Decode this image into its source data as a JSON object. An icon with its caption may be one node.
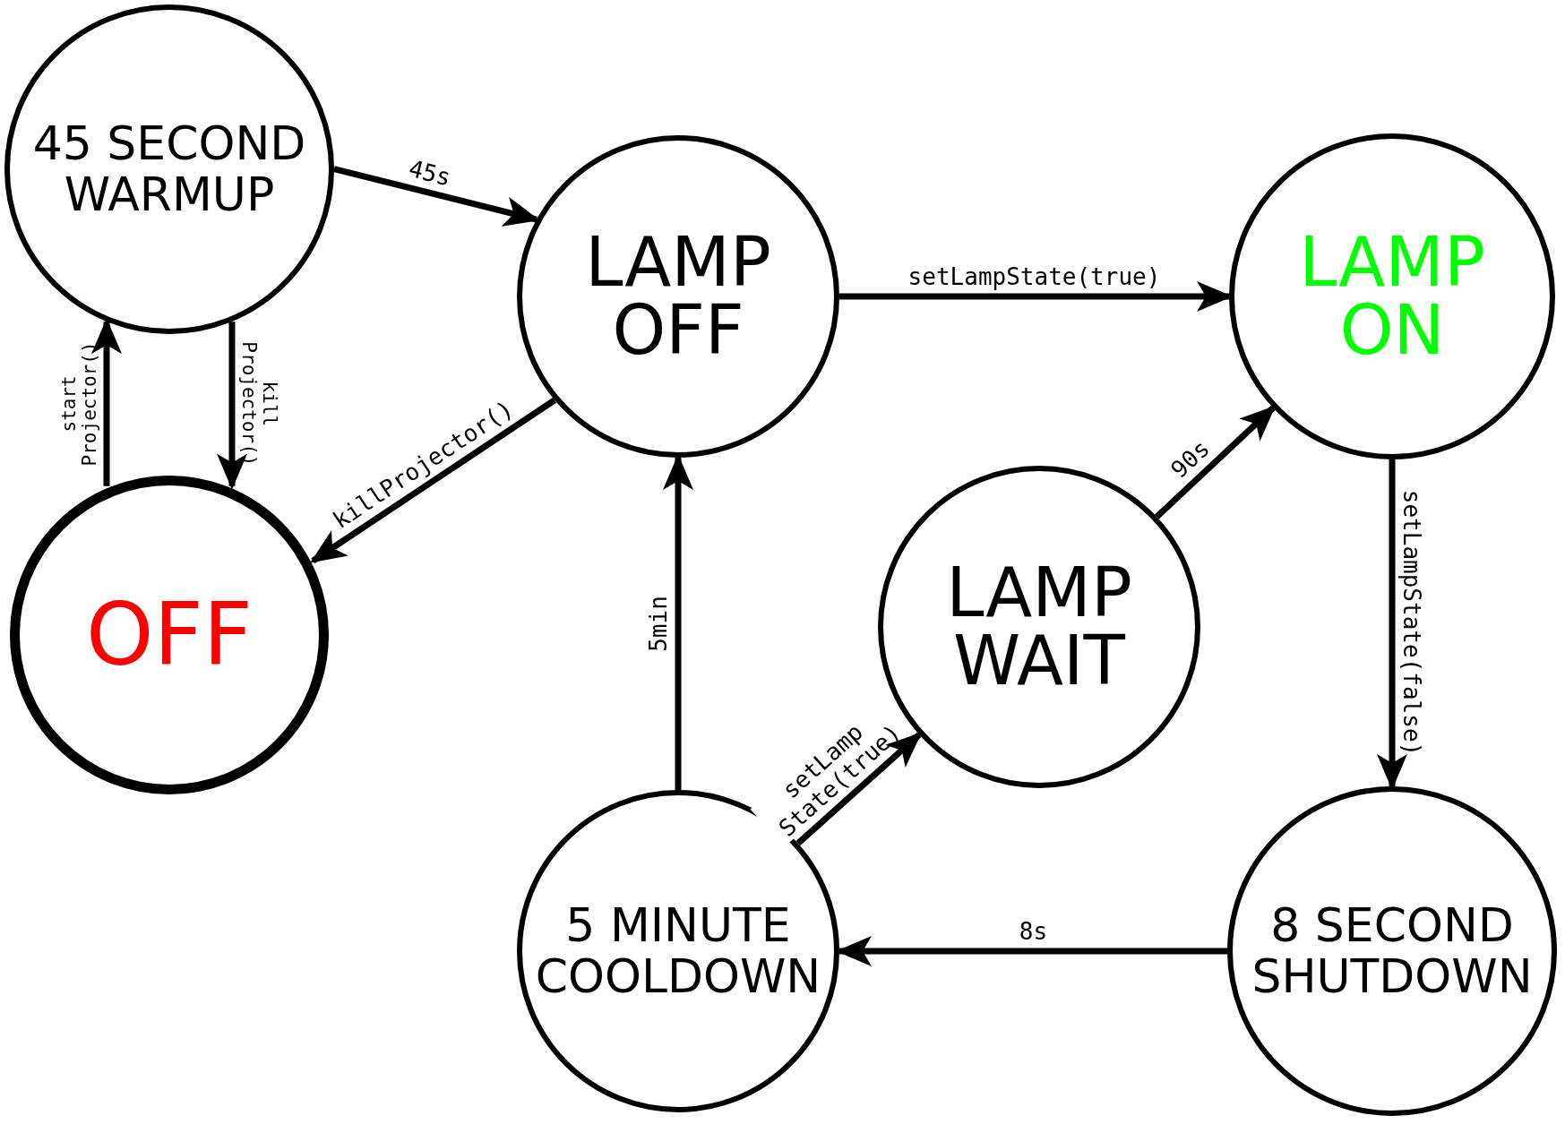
{
  "diagram": {
    "nodes": [
      {
        "text": [
          "45 SECOND WARMUP"
        ]
      },
      {
        "text": [
          "LAMP OFF"
        ]
      },
      {
        "text": [
          "LAMP ON"
        ]
      },
      {
        "text": [
          "OFF"
        ]
      },
      {
        "text": [
          "LAMP WAIT"
        ]
      },
      {
        "text": [
          "5 MINUTE COOLDOWN"
        ]
      },
      {
        "text": [
          "8 SECOND SHUTDOWN"
        ]
      }
    ],
    "edges": [
      {
        "from": 0,
        "to": 1,
        "arrow": "to",
        "label": "45s"
      },
      {
        "from": 1,
        "to": 2,
        "arrow": "to",
        "label": "setLampState(true)"
      },
      {
        "from": 1,
        "to": 3,
        "arrow": "to",
        "label": "killProjector()"
      },
      {
        "from": 3,
        "to": 0,
        "arrow": "to",
        "label": "start Projector()"
      },
      {
        "from": 0,
        "to": 3,
        "arrow": "to",
        "label": "kill Projector()"
      },
      {
        "from": 4,
        "to": 2,
        "arrow": "to",
        "label": "90s"
      },
      {
        "from": 2,
        "to": 6,
        "arrow": "to",
        "label": "setLampState(false)"
      },
      {
        "from": 6,
        "to": 5,
        "arrow": "to",
        "label": "8s"
      },
      {
        "from": 5,
        "to": 1,
        "arrow": "to",
        "label": "5min"
      },
      {
        "from": 5,
        "to": 4,
        "arrow": "to",
        "label": "setLamp State(true)"
      }
    ]
  }
}
